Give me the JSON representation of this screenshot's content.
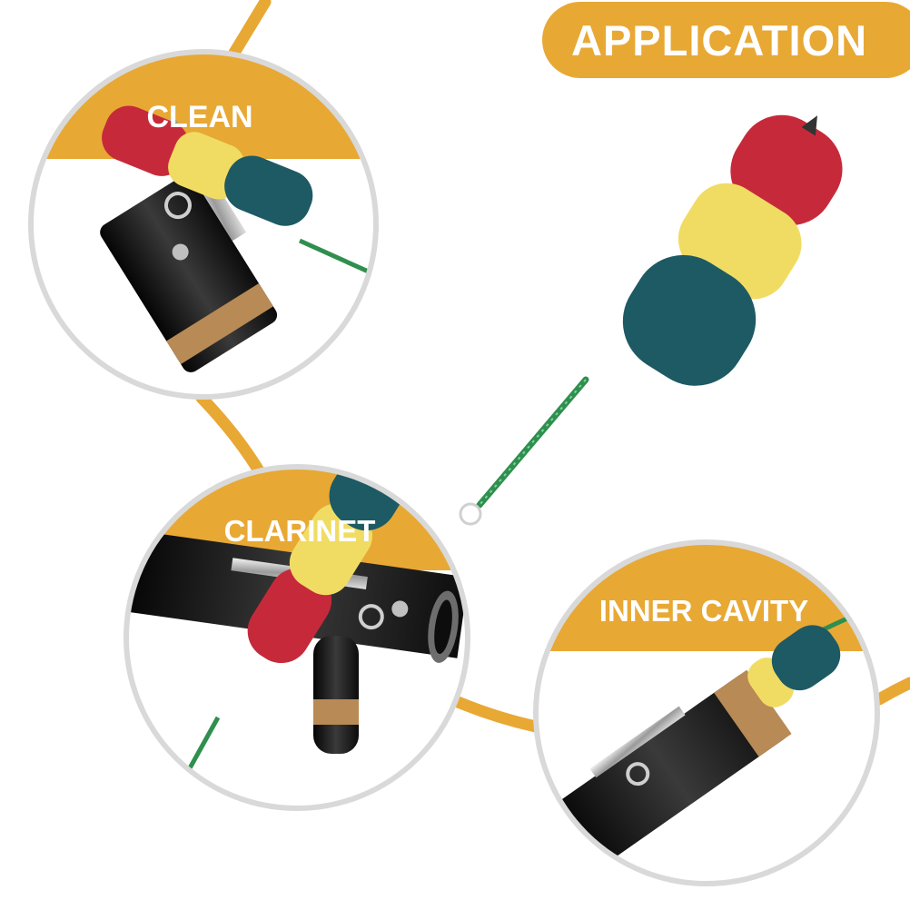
{
  "header": {
    "title": "APPLICATION"
  },
  "panels": [
    {
      "id": "clean",
      "label": "CLEAN"
    },
    {
      "id": "clarinet",
      "label": "CLARINET"
    },
    {
      "id": "inner-cavity",
      "label": "INNER CAVITY"
    }
  ],
  "colors": {
    "accent": "#e8a834",
    "brush_red": "#c62a3a",
    "brush_yellow": "#f1dc63",
    "brush_teal": "#1d5a63",
    "wire_green": "#2f8f4e",
    "clarinet_body": "#1c1c1c",
    "cork": "#b88a55"
  }
}
